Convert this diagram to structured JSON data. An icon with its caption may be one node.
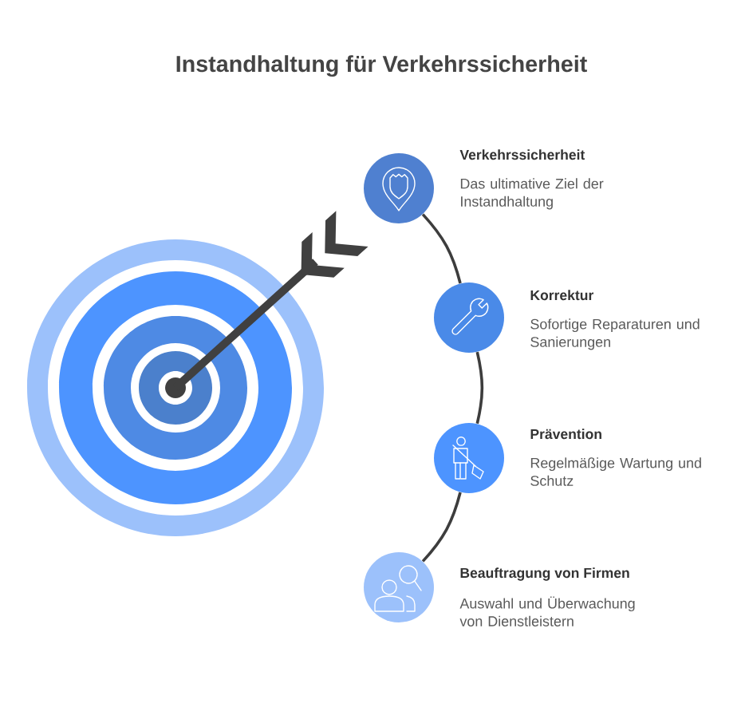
{
  "diagram": {
    "title": "Instandhaltung für Verkehrssicherheit",
    "nodes": [
      {
        "text": [
          "Verkehrssicherheit",
          "Das ultimative Ziel der Instandhaltung"
        ]
      },
      {
        "text": [
          "Korrektur",
          "Sofortige Reparaturen und Sanierungen"
        ]
      },
      {
        "text": [
          "Prävention",
          "Regelmäßige Wartung und Schutz"
        ]
      },
      {
        "text": [
          "Beauftragung von Firmen",
          "Auswahl und Überwachung von Dienstleistern"
        ]
      }
    ],
    "edges": [
      {
        "from": 0,
        "to": 1,
        "arrow": "none"
      },
      {
        "from": 1,
        "to": 2,
        "arrow": "none"
      },
      {
        "from": 2,
        "to": 3,
        "arrow": "none"
      }
    ]
  }
}
